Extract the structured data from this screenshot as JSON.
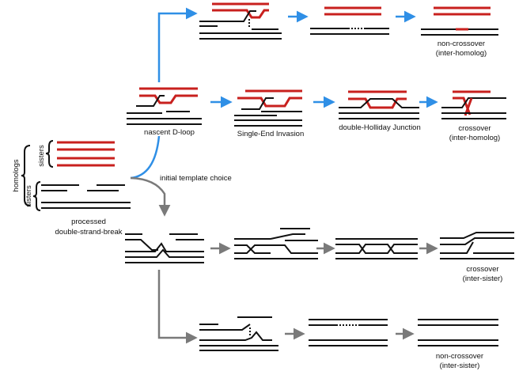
{
  "labels": {
    "homologs": "homologs",
    "sisters_top": "sisters",
    "sisters_bottom": "sisters",
    "processed_line1": "processed",
    "processed_line2": "double-strand-break",
    "initial_template_choice": "initial template choice",
    "nascent_d_loop": "nascent D-loop",
    "single_end_invasion": "Single-End Invasion",
    "double_holliday_junction": "double-Holliday Junction",
    "co_homolog_line1": "crossover",
    "co_homolog_line2": "(inter-homolog)",
    "nco_homolog_line1": "non-crossover",
    "nco_homolog_line2": "(inter-homolog)",
    "co_sister_line1": "crossover",
    "co_sister_line2": "(inter-sister)",
    "nco_sister_line1": "non-crossover",
    "nco_sister_line2": "(inter-sister)"
  },
  "colors": {
    "homolog_strand": "#c8201e",
    "sister_strand": "#111111",
    "inter_homolog_arrow": "#2f8fe6",
    "inter_sister_arrow": "#7a7a7a"
  }
}
